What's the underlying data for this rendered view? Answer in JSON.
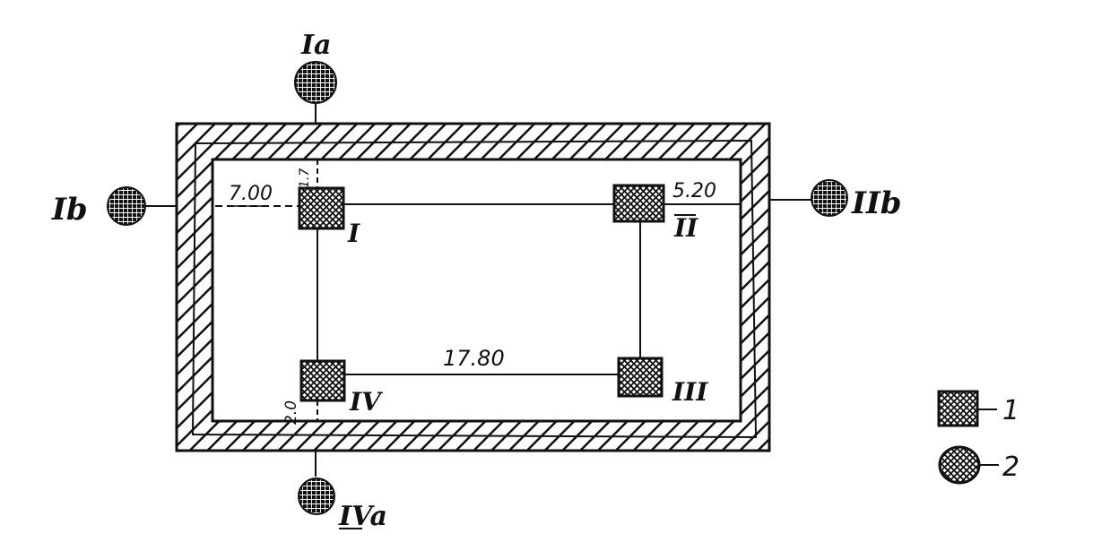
{
  "diagram": {
    "wells": {
      "ia": "Ia",
      "ib": "Ib",
      "iib": "IIb",
      "iva": "IVa"
    },
    "pillars": {
      "p1": "I",
      "p2": "II",
      "p3": "III",
      "p4": "IV"
    },
    "dimensions": {
      "left_offset": "7.00",
      "top_offset": "1.7",
      "right_offset": "5.20",
      "span": "17.80",
      "bottom_offset": "2.0"
    },
    "legend": {
      "item1": "1",
      "item2": "2"
    }
  }
}
